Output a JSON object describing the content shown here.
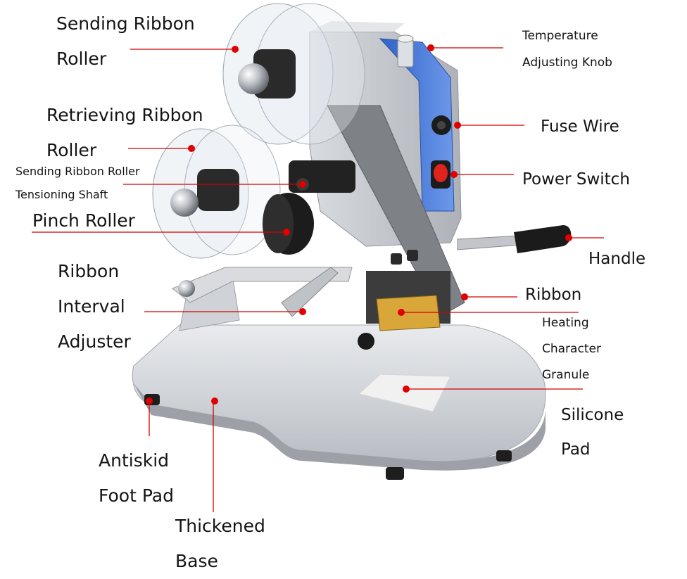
{
  "colors": {
    "leader": "#d40000",
    "dot": "#e00000",
    "metal": "#c9ccd1",
    "panel": "#3b6fd4"
  },
  "labels": {
    "sending_ribbon_roller": [
      "Sending Ribbon",
      "Roller"
    ],
    "retrieving_ribbon_roller": [
      "Retrieving Ribbon",
      "Roller"
    ],
    "tensioning_shaft": [
      "Sending Ribbon Roller",
      "Tensioning Shaft"
    ],
    "pinch_roller": "Pinch Roller",
    "interval_adjuster": [
      "Ribbon",
      "Interval",
      "Adjuster"
    ],
    "antiskid_foot_pad": [
      "Antiskid",
      "Foot Pad"
    ],
    "thickened_base": [
      "Thickened",
      "Base"
    ],
    "temperature_knob": [
      "Temperature",
      "Adjusting Knob"
    ],
    "fuse_wire": "Fuse Wire",
    "power_switch": "Power Switch",
    "handle": "Handle",
    "ribbon": "Ribbon",
    "heating_granule": [
      "Heating",
      "Character",
      "Granule"
    ],
    "silicone_pad": [
      "Silicone",
      "Pad"
    ]
  }
}
